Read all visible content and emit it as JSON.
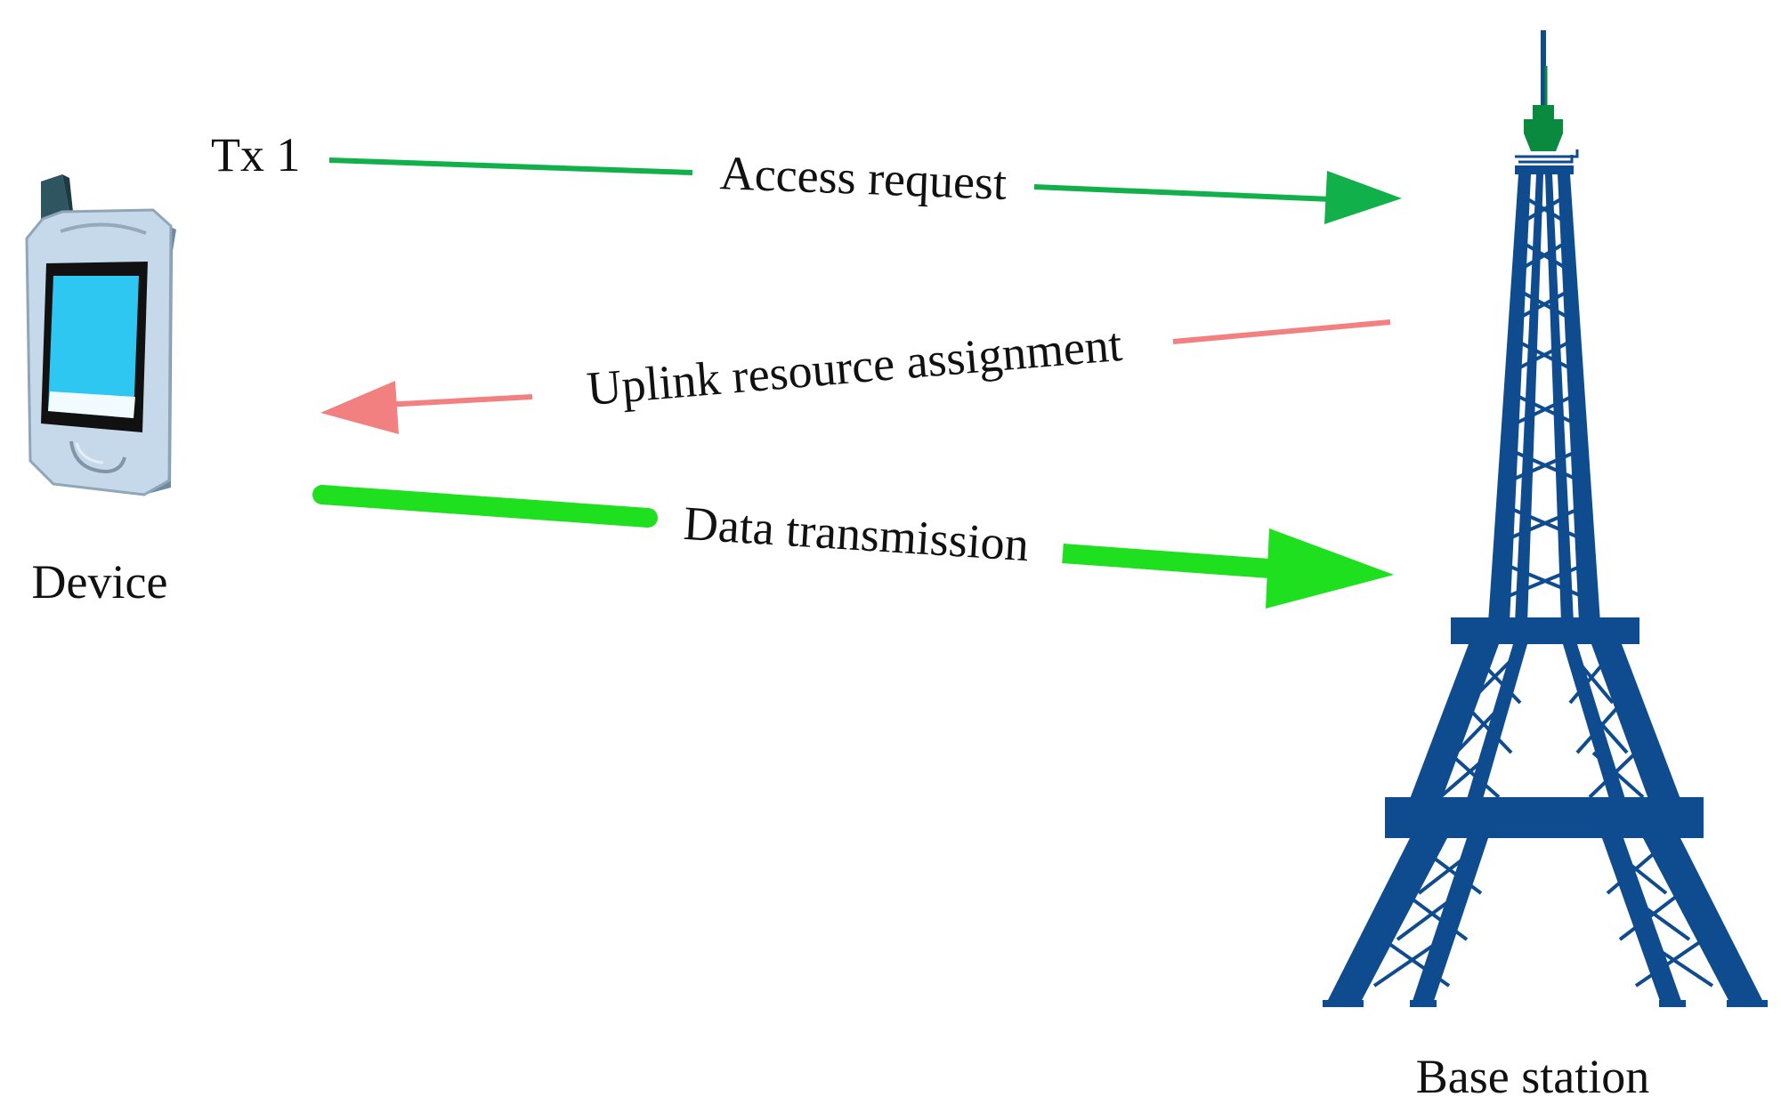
{
  "nodes": {
    "device": {
      "label": "Device",
      "icon": "mobile-phone-icon"
    },
    "base_station": {
      "label": "Base station",
      "icon": "eiffel-tower-icon"
    }
  },
  "tx_label": "Tx 1",
  "messages": [
    {
      "label": "Access request",
      "color": "#12b04a",
      "direction": "device-to-base"
    },
    {
      "label": "Uplink resource assignment",
      "color": "#f28080",
      "direction": "base-to-device"
    },
    {
      "label": "Data transmission",
      "color": "#1fe01f",
      "direction": "device-to-base"
    }
  ],
  "colors": {
    "tower": "#0e4b8f",
    "tower_top": "#0a8a3e",
    "phone_body": "#c6d9ea",
    "phone_screen": "#2ec7f2",
    "phone_antenna": "#2f5560"
  }
}
